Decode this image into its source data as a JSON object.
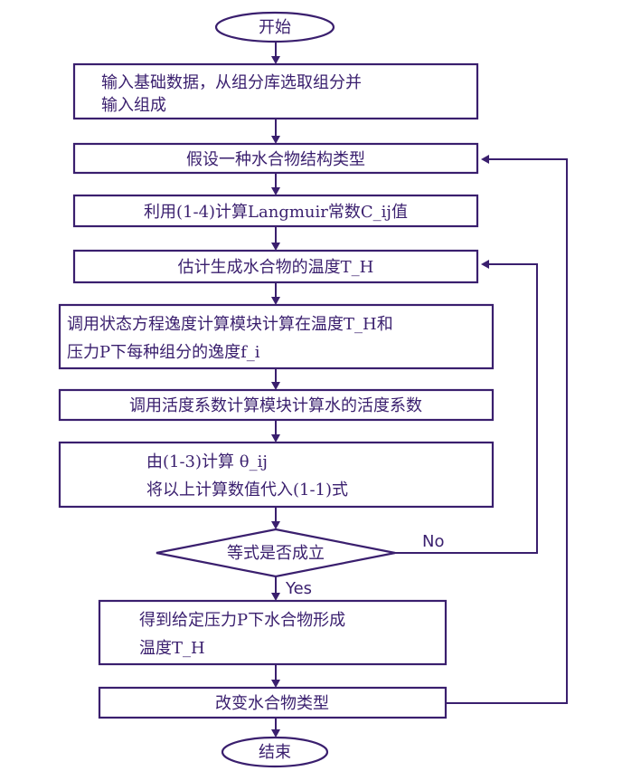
{
  "colors": {
    "stroke": "#3a1f6e",
    "background": "#ffffff"
  },
  "nodes": {
    "start": {
      "lines": [
        "开始"
      ]
    },
    "input": {
      "lines": [
        "输入基础数据，从组分库选取组分并",
        "输入组成"
      ]
    },
    "assume": {
      "lines": [
        "假设一种水合物结构类型"
      ]
    },
    "langmuir": {
      "lines": [
        "利用(1-4)计算Langmuir常数C_ij值"
      ]
    },
    "estimate": {
      "lines": [
        "估计生成水合物的温度T_H"
      ]
    },
    "fugacity": {
      "lines": [
        "调用状态方程逸度计算模块计算在温度T_H和",
        "压力P下每种组分的逸度f_i"
      ]
    },
    "activity": {
      "lines": [
        "调用活度系数计算模块计算水的活度系数"
      ]
    },
    "theta": {
      "lines": [
        "由(1-3)计算 θ_ij",
        "将以上计算数值代入(1-1)式"
      ]
    },
    "decision": {
      "lines": [
        "等式是否成立"
      ]
    },
    "result": {
      "lines": [
        "得到给定压力P下水合物形成",
        "温度T_H"
      ]
    },
    "change": {
      "lines": [
        "改变水合物类型"
      ]
    },
    "end": {
      "lines": [
        "结束"
      ]
    }
  },
  "edge_labels": {
    "no": "No",
    "yes": "Yes"
  }
}
